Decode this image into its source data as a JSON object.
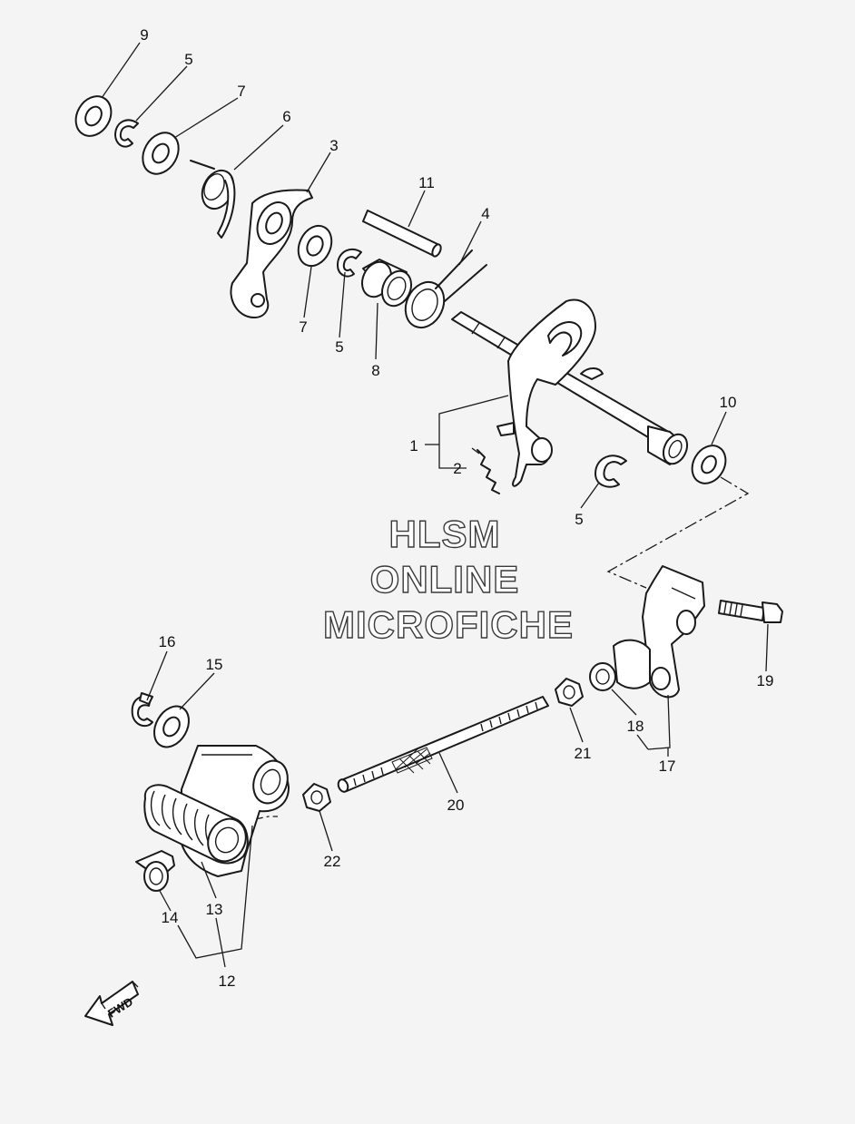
{
  "callouts": [
    "9",
    "5",
    "7",
    "6",
    "3",
    "11",
    "4",
    "7",
    "5",
    "8",
    "10",
    "1",
    "2",
    "5",
    "16",
    "15",
    "19",
    "18",
    "21",
    "17",
    "20",
    "22",
    "13",
    "14",
    "12"
  ],
  "watermark": {
    "line1": "HLSM",
    "line2": "ONLINE",
    "line3": "MICROFICHE"
  },
  "direction": {
    "label": "FWD"
  }
}
